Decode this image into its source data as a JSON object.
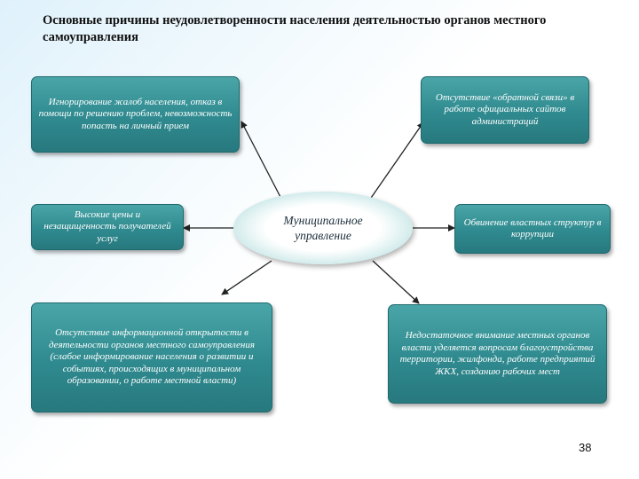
{
  "title": "Основные причины неудовлетворенности населения деятельностью органов местного самоуправления",
  "center_node": "Муниципальное управление",
  "nodes": {
    "top_left": "Игнорирование жалоб населения, отказ в помощи по решению проблем, невозможность попасть на личный прием",
    "top_right": "Отсутствие «обратной связи» в работе официальных сайтов администраций",
    "middle_left": "Высокие цены и незащищенность получателей услуг",
    "middle_right": "Обвинение властных структур в коррупции",
    "bottom_left": "Отсутствие информационной открытости в деятельности органов местного самоуправления (слабое информирование населения о развитии и событиях, происходящих в муниципальном образовании, о работе местной власти)",
    "bottom_right": "Недостаточное внимание местных органов власти уделяется вопросам благоустройства территории, жилфонда, работе предприятий ЖКХ, созданию рабочих мест"
  },
  "colors": {
    "box_fill": "#2f8a8f",
    "box_text": "#ffffff",
    "connector": "#222222"
  },
  "page_number": "38"
}
